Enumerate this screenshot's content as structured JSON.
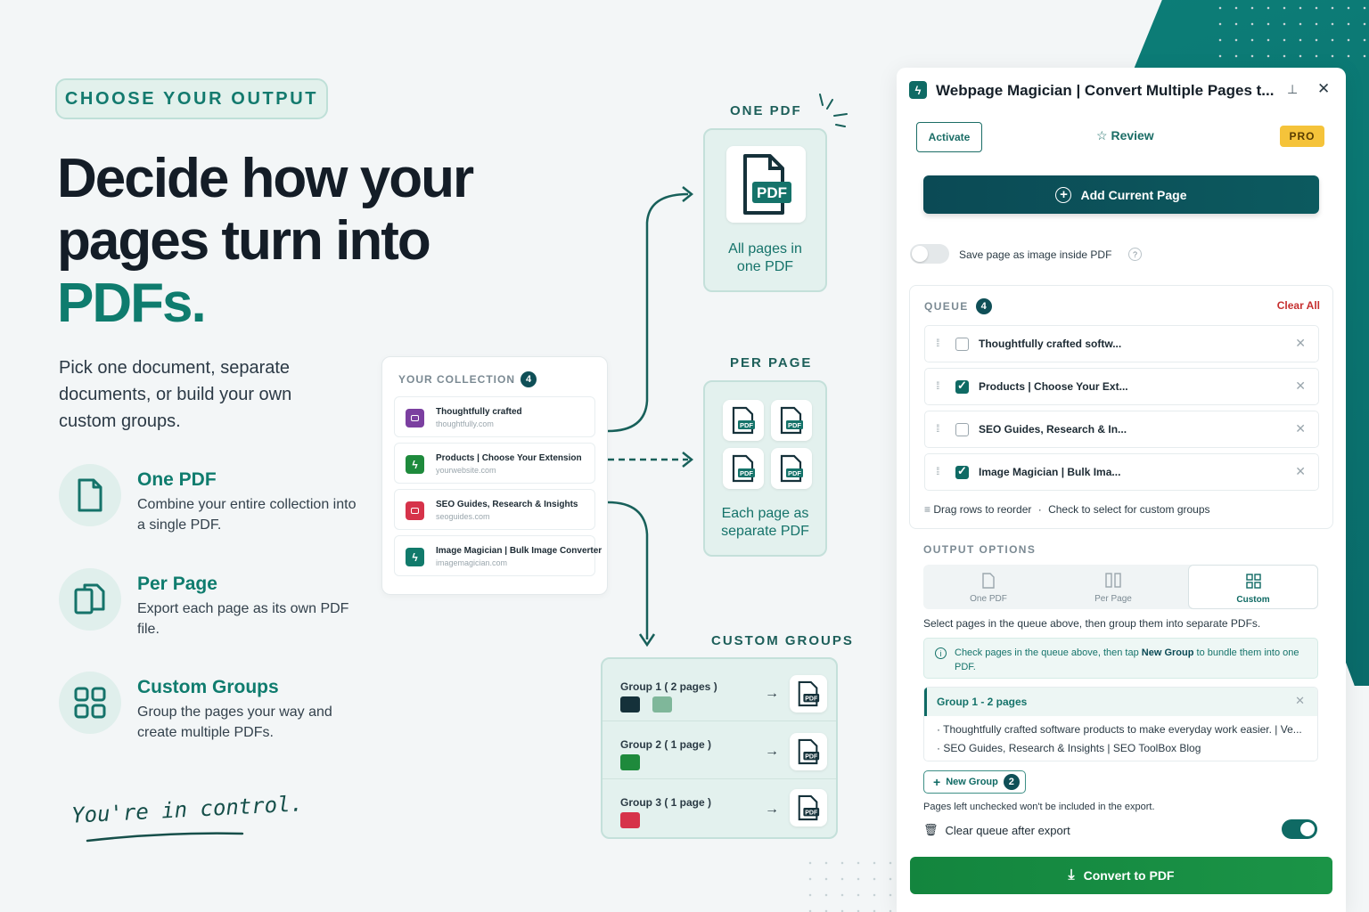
{
  "hero": {
    "pill": "CHOOSE YOUR OUTPUT",
    "headline_line1": "Decide how your",
    "headline_line2": "pages turn into",
    "headline_accent": "PDFs.",
    "lead": "Pick one document, separate documents, or build your own custom groups.",
    "features": [
      {
        "title": "One PDF",
        "desc": "Combine your entire collection into a single PDF."
      },
      {
        "title": "Per Page",
        "desc": "Export each page as its own PDF file."
      },
      {
        "title": "Custom Groups",
        "desc": "Group the pages your way and create multiple PDFs."
      }
    ],
    "tagline": "You're in control."
  },
  "collection": {
    "title": "YOUR COLLECTION",
    "count": "4",
    "items": [
      {
        "title": "Thoughtfully crafted",
        "domain": "thoughtfully.com",
        "color": "#7b3fa0"
      },
      {
        "title": "Products | Choose Your Extension",
        "domain": "yourwebsite.com",
        "color": "#1e8a3c"
      },
      {
        "title": "SEO Guides, Research & Insights",
        "domain": "seoguides.com",
        "color": "#d6334a"
      },
      {
        "title": "Image Magician | Bulk Image Converter",
        "domain": "imagemagician.com",
        "color": "#117a6b"
      }
    ]
  },
  "outputs": {
    "one_pdf": {
      "label": "ONE PDF",
      "caption_line1": "All pages in",
      "caption_line2": "one PDF",
      "tile_text": "PDF"
    },
    "per_page": {
      "label": "PER PAGE",
      "caption_line1": "Each page as",
      "caption_line2": "separate PDF",
      "tile_text": "PDF"
    },
    "custom": {
      "label": "CUSTOM GROUPS",
      "groups": [
        {
          "label": "Group 1 ( 2 pages )",
          "arrow": "→"
        },
        {
          "label": "Group 2 ( 1 page )",
          "arrow": "→"
        },
        {
          "label": "Group 3 ( 1 page )",
          "arrow": "→"
        }
      ],
      "tile_text": "PDF"
    }
  },
  "panel": {
    "title": "Webpage Magician | Convert Multiple Pages t...",
    "activate_label": "Activate",
    "review_label": "Review",
    "pro_label": "PRO",
    "add_current_label": "Add Current Page",
    "save_as_image_label": "Save page as image inside PDF",
    "help_glyph": "?",
    "queue": {
      "title": "QUEUE",
      "count": "4",
      "clear_all": "Clear All",
      "rows": [
        {
          "label": "Thoughtfully crafted softw...",
          "checked": false
        },
        {
          "label": "Products | Choose Your Ext...",
          "checked": true
        },
        {
          "label": "SEO Guides, Research & In...",
          "checked": false
        },
        {
          "label": "Image Magician | Bulk Ima...",
          "checked": true
        }
      ],
      "hint_reorder": "Drag rows to reorder",
      "hint_sep": "·",
      "hint_select": "Check to select for custom groups"
    },
    "output_options": {
      "title": "OUTPUT OPTIONS",
      "tabs": [
        {
          "label": "One PDF",
          "active": false
        },
        {
          "label": "Per Page",
          "active": false
        },
        {
          "label": "Custom",
          "active": true
        }
      ],
      "select_desc": "Select pages in the queue above, then group them into separate PDFs.",
      "info_prefix": "Check pages in the queue above, then tap ",
      "info_bold": "New Group",
      "info_suffix": " to bundle them into one PDF.",
      "group_card": {
        "title": "Group 1 - 2 pages",
        "items": [
          "· Thoughtfully crafted software products to make everyday work easier. | Ve...",
          "· SEO Guides, Research & Insights | SEO ToolBox Blog"
        ]
      },
      "new_group_label": "New Group",
      "new_group_count": "2",
      "unchecked_note": "Pages left unchecked won't be included in the export.",
      "clear_queue_label": "Clear queue after export",
      "clear_queue_on": true
    },
    "convert_label": "Convert to PDF"
  },
  "colors": {
    "accent": "#0f7c6e",
    "dark_teal": "#0b4a55",
    "convert_green": "#13853e",
    "pro_yellow": "#f5c33a",
    "danger": "#c62f2f"
  }
}
